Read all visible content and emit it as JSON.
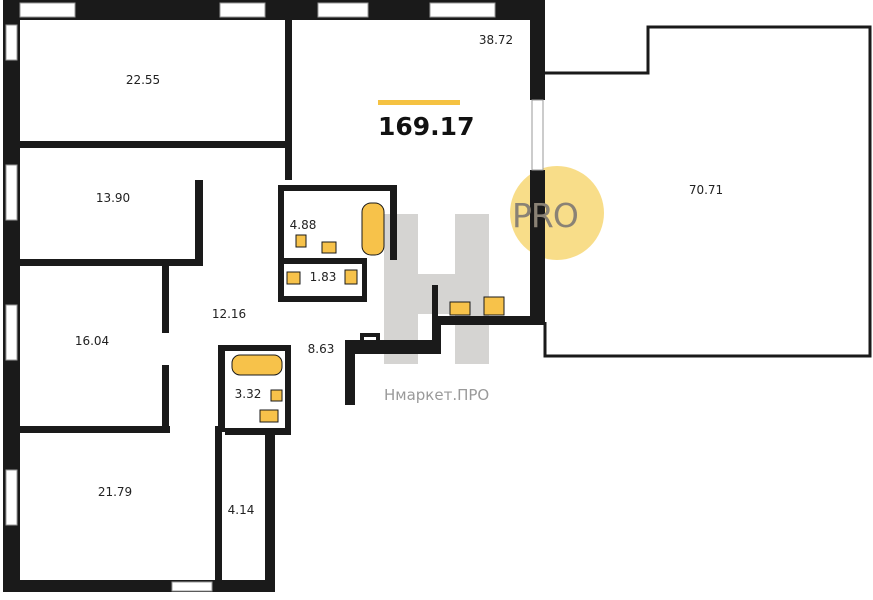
{
  "plan": {
    "total_area": "169.17",
    "rooms": [
      {
        "id": "bedroom-top-left",
        "area": "22.55"
      },
      {
        "id": "living-kitchen",
        "area": "38.72"
      },
      {
        "id": "terrace",
        "area": "70.71"
      },
      {
        "id": "bedroom-2",
        "area": "13.90"
      },
      {
        "id": "bathroom-1",
        "area": "4.88"
      },
      {
        "id": "toilet",
        "area": "1.83"
      },
      {
        "id": "hall",
        "area": "12.16"
      },
      {
        "id": "corridor",
        "area": "8.63"
      },
      {
        "id": "bedroom-3",
        "area": "16.04"
      },
      {
        "id": "bathroom-2",
        "area": "3.32"
      },
      {
        "id": "bedroom-4",
        "area": "21.79"
      },
      {
        "id": "dressing",
        "area": "4.14"
      }
    ]
  },
  "watermark": {
    "text": "Нмаркет.ПРО",
    "badge": "PRO"
  },
  "colors": {
    "wall": "#1a1a1a",
    "accent": "#f5c242",
    "fixture": "#f7c24a"
  }
}
